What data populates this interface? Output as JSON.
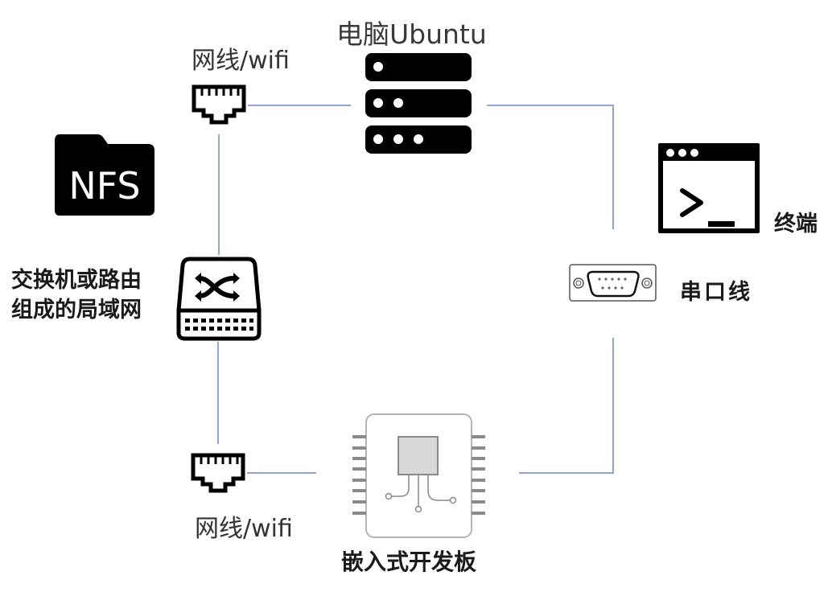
{
  "diagram": {
    "nodes": {
      "computer": {
        "label": "电脑Ubuntu",
        "icon": "server-icon"
      },
      "nfs": {
        "label": "NFS",
        "icon": "nfs-folder-icon"
      },
      "ethernet_top": {
        "label": "网线/wifi",
        "icon": "ethernet-port-icon"
      },
      "switch": {
        "label_line1": "交换机或路由",
        "label_line2": "组成的局域网",
        "icon": "network-switch-icon"
      },
      "ethernet_bottom": {
        "label": "网线/wifi",
        "icon": "ethernet-port-icon"
      },
      "board": {
        "label": "嵌入式开发板",
        "icon": "chip-board-icon"
      },
      "serial": {
        "label": "串口线",
        "icon": "serial-port-icon"
      },
      "terminal": {
        "label": "终端",
        "icon": "terminal-window-icon"
      }
    },
    "edges": [
      {
        "from": "ethernet_top",
        "to": "computer"
      },
      {
        "from": "ethernet_top",
        "to": "switch"
      },
      {
        "from": "switch",
        "to": "ethernet_bottom"
      },
      {
        "from": "ethernet_bottom",
        "to": "board"
      },
      {
        "from": "computer",
        "to": "serial"
      },
      {
        "from": "serial",
        "to": "board"
      }
    ],
    "colors": {
      "wire": "#8fa9cc",
      "icon": "#000000"
    }
  }
}
